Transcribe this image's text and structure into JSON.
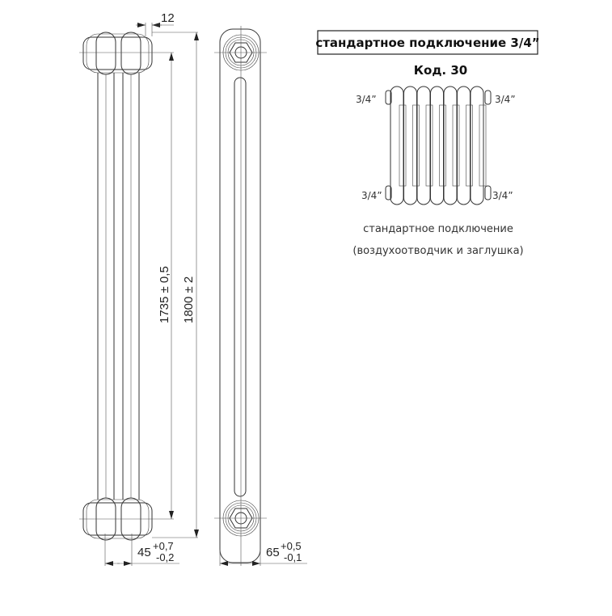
{
  "dimensions": {
    "cap_offset": "12",
    "axis_distance": "1735 ± 0,5",
    "total_height": "1800 ± 2",
    "section_width": "45",
    "section_width_tol_plus": "+0,7",
    "section_width_tol_minus": "-0,2",
    "depth": "65",
    "depth_tol_plus": "+0,5",
    "depth_tol_minus": "-0,1"
  },
  "connection": {
    "title": "стандартное подключение 3/4”",
    "code": "Код. 30",
    "port_top_left": "3/4”",
    "port_top_right": "3/4”",
    "port_bottom_left": "3/4”",
    "port_bottom_right": "3/4”",
    "caption_line1": "стандартное подключение",
    "caption_line2": "(воздухоотводчик и заглушка)"
  }
}
